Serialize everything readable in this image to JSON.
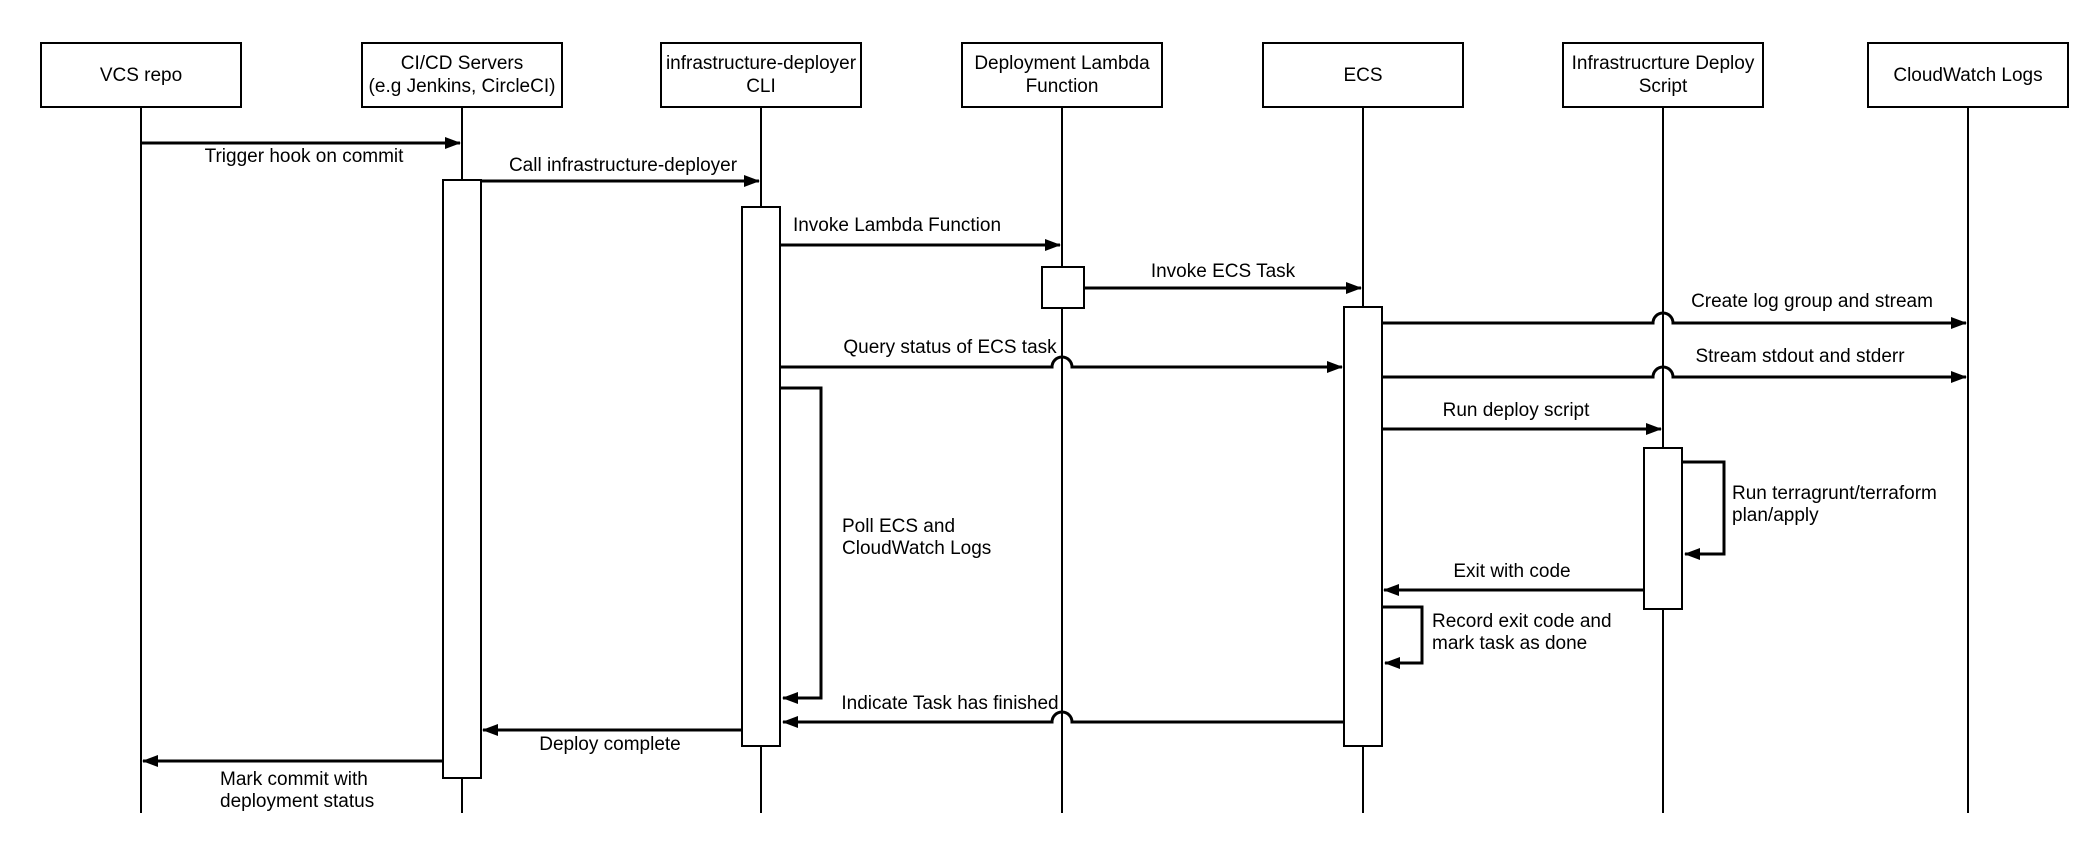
{
  "diagram": {
    "type": "uml-sequence-diagram",
    "colors": {
      "line": "#000000",
      "background": "#ffffff",
      "shape_fill": "#ffffff"
    },
    "actors": [
      {
        "id": "vcs",
        "lines": [
          "VCS repo"
        ]
      },
      {
        "id": "cicd",
        "lines": [
          "CI/CD Servers",
          "(e.g Jenkins, CircleCI)"
        ]
      },
      {
        "id": "cli",
        "lines": [
          "infrastructure-deployer",
          "CLI"
        ]
      },
      {
        "id": "lambda",
        "lines": [
          "Deployment Lambda",
          "Function"
        ]
      },
      {
        "id": "ecs",
        "lines": [
          "ECS"
        ]
      },
      {
        "id": "deploy_script",
        "lines": [
          "Infrastrucrture Deploy",
          "Script"
        ]
      },
      {
        "id": "cloudwatch",
        "lines": [
          "CloudWatch Logs"
        ]
      }
    ],
    "messages": [
      {
        "id": "trigger_hook",
        "from": "vcs",
        "to": "cicd",
        "lines": [
          "Trigger hook on commit"
        ]
      },
      {
        "id": "call_deployer",
        "from": "cicd",
        "to": "cli",
        "lines": [
          "Call infrastructure-deployer"
        ]
      },
      {
        "id": "invoke_lambda",
        "from": "cli",
        "to": "lambda",
        "lines": [
          "Invoke Lambda Function"
        ]
      },
      {
        "id": "invoke_ecs_task",
        "from": "lambda",
        "to": "ecs",
        "lines": [
          "Invoke ECS Task"
        ]
      },
      {
        "id": "create_log",
        "from": "ecs",
        "to": "cloudwatch",
        "lines": [
          "Create log group and stream"
        ]
      },
      {
        "id": "query_status",
        "from": "cli",
        "to": "ecs",
        "lines": [
          "Query status of ECS task"
        ]
      },
      {
        "id": "stream_stdout",
        "from": "ecs",
        "to": "cloudwatch",
        "lines": [
          "Stream stdout and stderr"
        ]
      },
      {
        "id": "run_deploy",
        "from": "ecs",
        "to": "deploy_script",
        "lines": [
          "Run deploy script"
        ]
      },
      {
        "id": "terragrunt",
        "from": "deploy_script",
        "to": "deploy_script",
        "lines": [
          "Run terragrunt/terraform",
          "plan/apply"
        ]
      },
      {
        "id": "exit_code",
        "from": "deploy_script",
        "to": "ecs",
        "lines": [
          "Exit with code"
        ]
      },
      {
        "id": "record_exit",
        "from": "ecs",
        "to": "ecs",
        "lines": [
          "Record exit code and",
          "mark task as done"
        ]
      },
      {
        "id": "poll",
        "from": "cli",
        "to": "cli",
        "lines": [
          "Poll ECS and",
          "CloudWatch Logs"
        ]
      },
      {
        "id": "indicate_done",
        "from": "ecs",
        "to": "cli",
        "lines": [
          "Indicate Task has finished"
        ]
      },
      {
        "id": "deploy_complete",
        "from": "cli",
        "to": "cicd",
        "lines": [
          "Deploy complete"
        ]
      },
      {
        "id": "mark_commit",
        "from": "cicd",
        "to": "vcs",
        "lines": [
          "Mark commit with",
          "deployment status"
        ]
      }
    ]
  }
}
